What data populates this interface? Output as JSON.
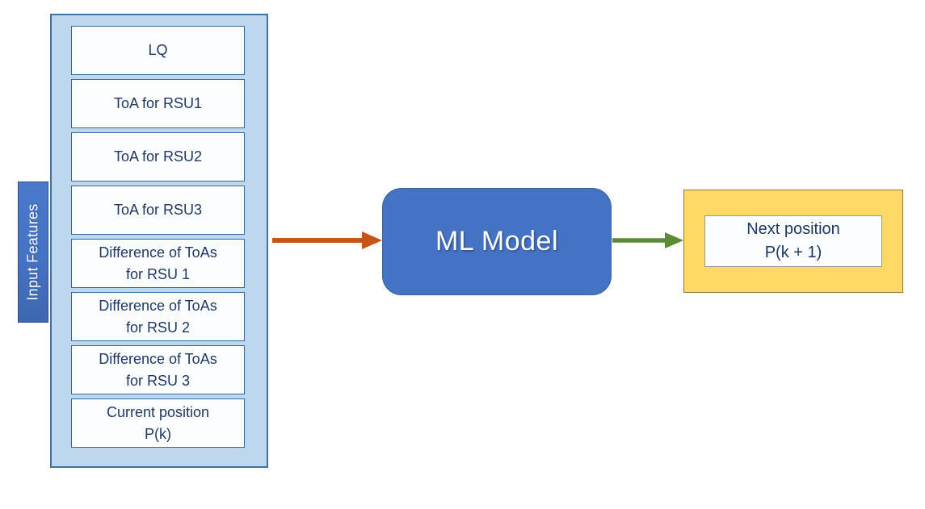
{
  "diagram": {
    "input_panel": {
      "label": "Input Features",
      "items": [
        "LQ",
        "ToA for RSU1",
        "ToA for RSU2",
        "ToA for RSU3",
        "Difference of ToAs\nfor RSU 1",
        "Difference of ToAs\nfor RSU 2",
        "Difference of ToAs\nfor RSU 3",
        "Current position\nP(k)"
      ]
    },
    "model": {
      "label": "ML Model"
    },
    "output": {
      "text": "Next position\nP(k + 1)"
    },
    "colors": {
      "panel_fill": "#BDD7EE",
      "panel_border": "#41719C",
      "tab_fill": "#4472C4",
      "model_fill": "#4472C4",
      "output_fill": "#FFD966",
      "feature_text": "#1F3864",
      "arrow_input_to_model": "#C9541A",
      "arrow_model_to_output": "#5C8B33"
    }
  }
}
